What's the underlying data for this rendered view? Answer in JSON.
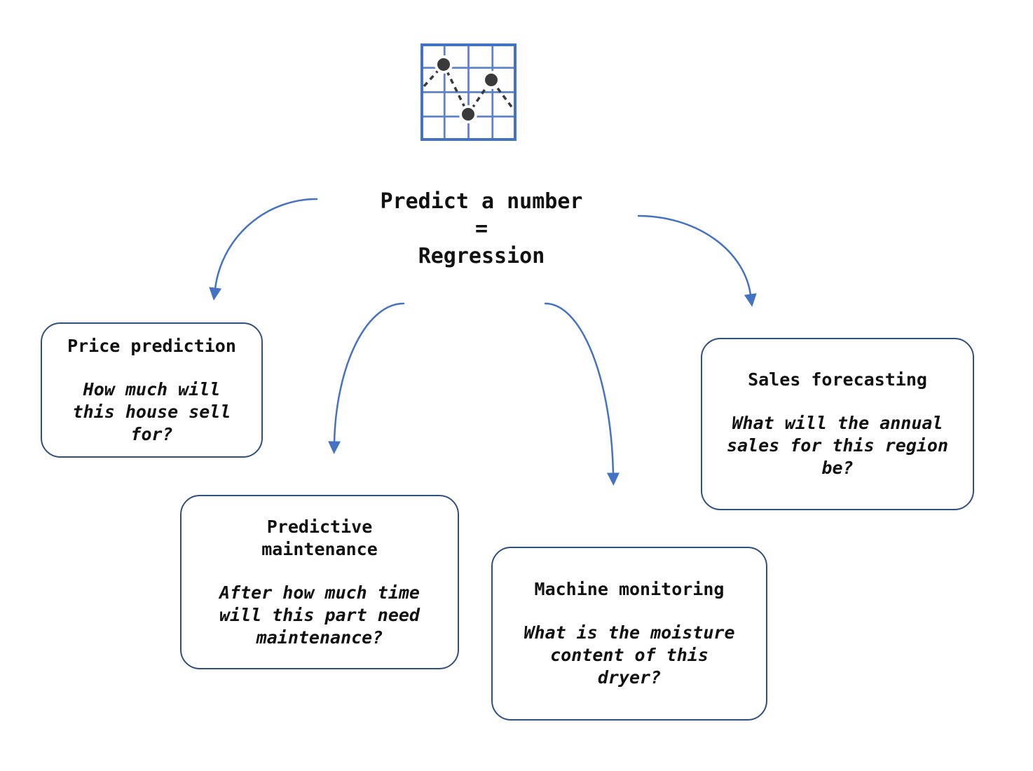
{
  "diagram": {
    "title": "Predict a number\n=\nRegression",
    "icon": "line-chart-grid-icon",
    "boxes": [
      {
        "id": "price-prediction",
        "title": "Price prediction",
        "question": "How much will\nthis house sell\nfor?"
      },
      {
        "id": "predictive-maintenance",
        "title": "Predictive\nmaintenance",
        "question": "After how much time\nwill this part need\nmaintenance?"
      },
      {
        "id": "machine-monitoring",
        "title": "Machine monitoring",
        "question": "What is the moisture\ncontent of this\ndryer?"
      },
      {
        "id": "sales-forecasting",
        "title": "Sales forecasting",
        "question": "What will the annual\nsales for this region\nbe?"
      }
    ]
  },
  "colors": {
    "arrow-color": "#4472C4",
    "box-border-color": "#2F5080",
    "icon-grid-color": "#4472C4",
    "icon-grid-light-color": "#5B83CE",
    "icon-dot-color": "#3A3A3A",
    "text-color": "#111111"
  }
}
